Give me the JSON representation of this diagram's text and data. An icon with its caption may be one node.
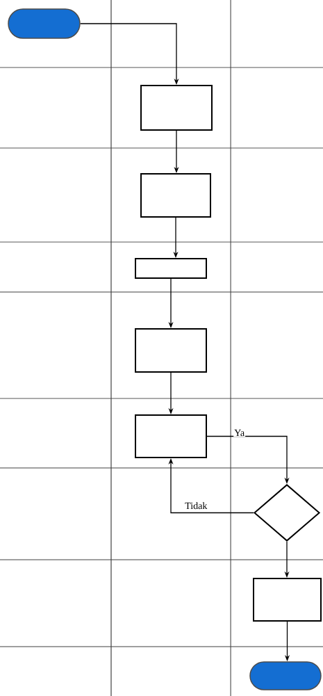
{
  "diagram": {
    "nodes": [
      {
        "text": [],
        "shape": "pill"
      },
      {
        "text": [],
        "shape": "box"
      },
      {
        "text": [],
        "shape": "box"
      },
      {
        "text": [],
        "shape": "box"
      },
      {
        "text": [],
        "shape": "box"
      },
      {
        "text": [],
        "shape": "box"
      },
      {
        "text": [],
        "shape": "diamond"
      },
      {
        "text": [],
        "shape": "box"
      },
      {
        "text": [],
        "shape": "pill"
      }
    ],
    "edges": [
      {
        "from": 0,
        "to": 1,
        "arrow": "to"
      },
      {
        "from": 1,
        "to": 2,
        "arrow": "to"
      },
      {
        "from": 2,
        "to": 3,
        "arrow": "to"
      },
      {
        "from": 3,
        "to": 4,
        "arrow": "to"
      },
      {
        "from": 4,
        "to": 5,
        "arrow": "to"
      },
      {
        "from": 5,
        "to": 6,
        "arrow": "to",
        "label": "Ya"
      },
      {
        "from": 6,
        "to": 5,
        "arrow": "to",
        "label": "Tidak"
      },
      {
        "from": 6,
        "to": 7,
        "arrow": "to"
      },
      {
        "from": 7,
        "to": 8,
        "arrow": "to"
      }
    ]
  }
}
